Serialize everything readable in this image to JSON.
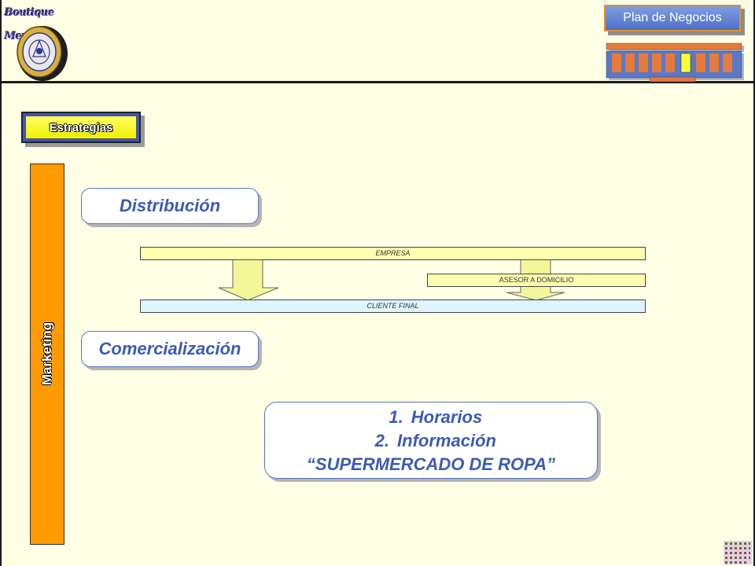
{
  "header": {
    "logo_text": "Boutique Mercadeo",
    "plan_button_label": "Plan de Negocios"
  },
  "section": {
    "estrategias_label": "Estrategias",
    "marketing_label": "Marketing"
  },
  "distribucion": {
    "title": "Distribución",
    "empresa_label": "EMPRESA",
    "asesor_label": "ASESOR  A DOMICILIO",
    "cliente_label": "CLIENTE FINAL"
  },
  "comercializacion": {
    "title": "Comercialización",
    "items": [
      {
        "num": "1.",
        "text": "Horarios"
      },
      {
        "num": "2.",
        "text": "Información"
      }
    ],
    "tagline": "“SUPERMERCADO DE ROPA”"
  },
  "colors": {
    "background": "#FFFFE6",
    "accent_blue": "#3b5bb5",
    "marketing_orange": "#ff9a00"
  }
}
